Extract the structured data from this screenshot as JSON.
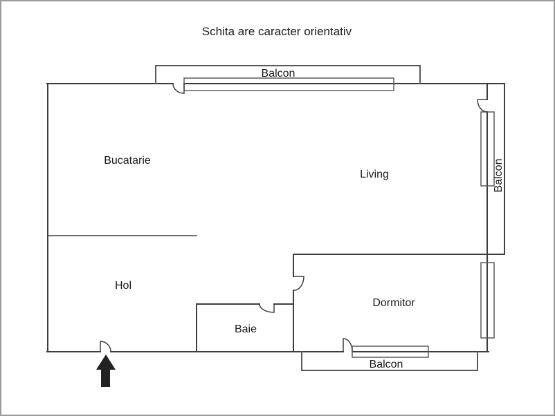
{
  "title": "Schita are caracter orientativ",
  "rooms": {
    "bucatarie": {
      "label": "Bucatarie"
    },
    "living": {
      "label": "Living"
    },
    "hol": {
      "label": "Hol"
    },
    "baie": {
      "label": "Baie"
    },
    "dormitor": {
      "label": "Dormitor"
    },
    "balcon_top": {
      "label": "Balcon"
    },
    "balcon_right": {
      "label": "Balcon"
    },
    "balcon_bottom": {
      "label": "Balcon"
    }
  },
  "icons": {
    "entrance_arrow": "up-arrow"
  },
  "colors": {
    "wall": "#3d3d3d",
    "balcony_line": "#5a5a5a",
    "text": "#1a1a1a",
    "canvas_border": "#999999",
    "background": "#ffffff",
    "arrow": "#222222"
  }
}
